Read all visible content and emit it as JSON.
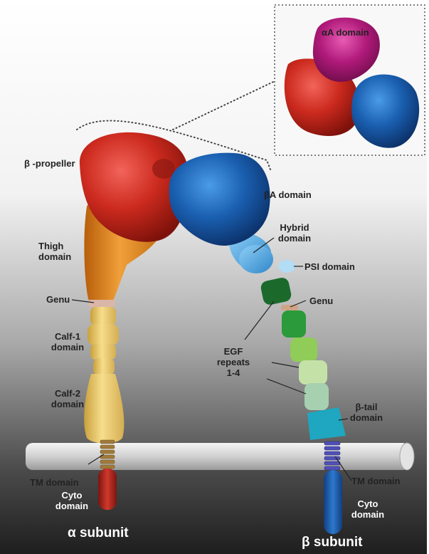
{
  "labels": {
    "alpha_a_domain": "αA domain",
    "beta_propeller": "β -propeller",
    "beta_a_domain": "βA domain",
    "thigh_domain": "Thigh\ndomain",
    "hybrid_domain": "Hybrid\ndomain",
    "psi_domain": "PSI domain",
    "genu_alpha": "Genu",
    "genu_beta": "Genu",
    "calf1_domain": "Calf-1\ndomain",
    "egf_repeats": "EGF\nrepeats\n1-4",
    "calf2_domain": "Calf-2\ndomain",
    "beta_tail_domain": "β-tail\ndomain",
    "tm_domain_alpha": "TM domain",
    "tm_domain_beta": "TM domain",
    "cyto_domain_alpha": "Cyto\ndomain",
    "cyto_domain_beta": "Cyto\ndomain",
    "alpha_subunit": "α subunit",
    "beta_subunit": "β subunit"
  },
  "colors": {
    "propeller_red": "#c8291d",
    "beta_a_blue": "#1a5fb0",
    "alpha_a_magenta": "#b01a7a",
    "thigh_orange": "#e88a1a",
    "calf_yellow": "#f0cc6a",
    "hybrid_lightblue": "#3fa2e0",
    "egf_green": "#2a8f3a",
    "tail_teal": "#1fa6c0",
    "membrane_grey": "#cfcfcf",
    "tm_purple": "#4f4fb0",
    "background_dark": "#222222"
  }
}
